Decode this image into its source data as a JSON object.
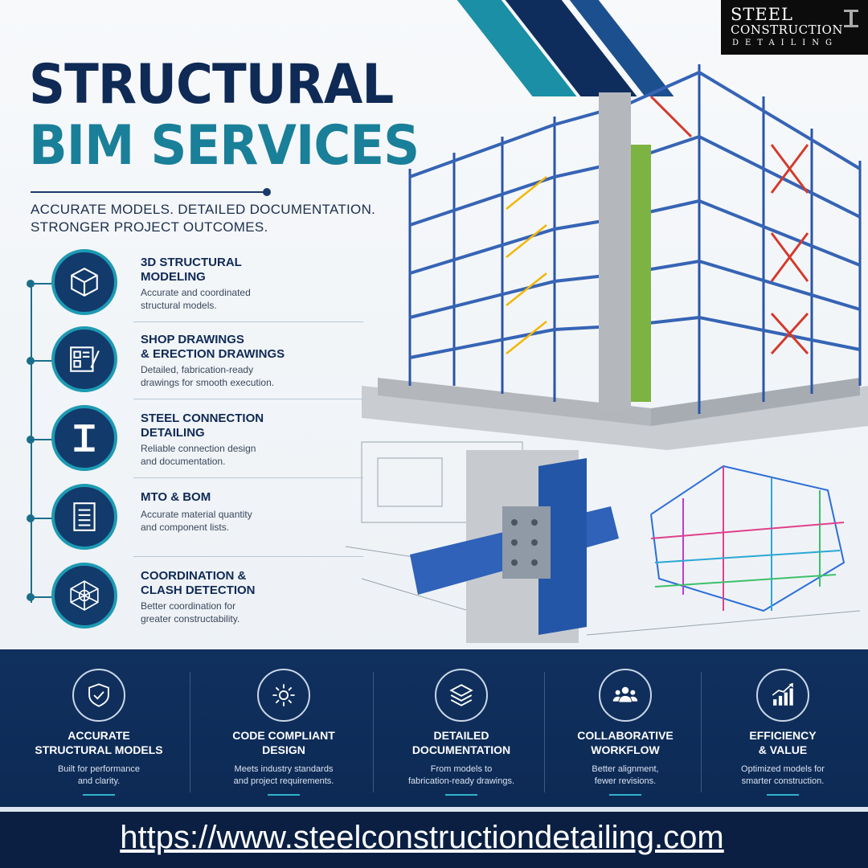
{
  "logo": {
    "line1": "STEEL",
    "line2": "CONSTRUCTION",
    "line3": "DETAILING"
  },
  "heading": {
    "line1": "STRUCTURAL",
    "line2": "BIM SERVICES"
  },
  "tagline": {
    "line1": "ACCURATE MODELS. DETAILED DOCUMENTATION.",
    "line2": "STRONGER PROJECT OUTCOMES."
  },
  "services": [
    {
      "icon": "3d-cube-icon",
      "title1": "3D STRUCTURAL",
      "title2": "MODELING",
      "desc1": "Accurate and coordinated",
      "desc2": "structural models."
    },
    {
      "icon": "drawing-sheet-icon",
      "title1": "SHOP DRAWINGS",
      "title2": "& ERECTION DRAWINGS",
      "desc1": "Detailed, fabrication-ready",
      "desc2": "drawings for smooth execution."
    },
    {
      "icon": "i-beam-icon",
      "title1": "STEEL CONNECTION",
      "title2": "DETAILING",
      "desc1": "Reliable connection design",
      "desc2": "and documentation."
    },
    {
      "icon": "document-list-icon",
      "title1": "MTO & BOM",
      "title2": "",
      "desc1": "Accurate material quantity",
      "desc2": "and component lists."
    },
    {
      "icon": "clash-mesh-icon",
      "title1": "COORDINATION &",
      "title2": "CLASH DETECTION",
      "desc1": "Better coordination for",
      "desc2": "greater constructability."
    }
  ],
  "features": [
    {
      "icon": "shield-check-icon",
      "title1": "ACCURATE",
      "title2": "STRUCTURAL MODELS",
      "desc1": "Built for performance",
      "desc2": "and clarity."
    },
    {
      "icon": "gear-icon",
      "title1": "CODE COMPLIANT",
      "title2": "DESIGN",
      "desc1": "Meets industry standards",
      "desc2": "and project requirements."
    },
    {
      "icon": "layers-icon",
      "title1": "DETAILED",
      "title2": "DOCUMENTATION",
      "desc1": "From models to",
      "desc2": "fabrication-ready drawings."
    },
    {
      "icon": "team-icon",
      "title1": "COLLABORATIVE",
      "title2": "WORKFLOW",
      "desc1": "Better alignment,",
      "desc2": "fewer revisions."
    },
    {
      "icon": "growth-chart-icon",
      "title1": "EFFICIENCY",
      "title2": "& VALUE",
      "desc1": "Optimized models for",
      "desc2": "smarter construction."
    }
  ],
  "url": "https://www.steelconstructiondetailing.com",
  "colors": {
    "navy": "#0f2a55",
    "teal": "#1a7f98",
    "accent": "#2fb3c9",
    "banner": "#10305e"
  }
}
